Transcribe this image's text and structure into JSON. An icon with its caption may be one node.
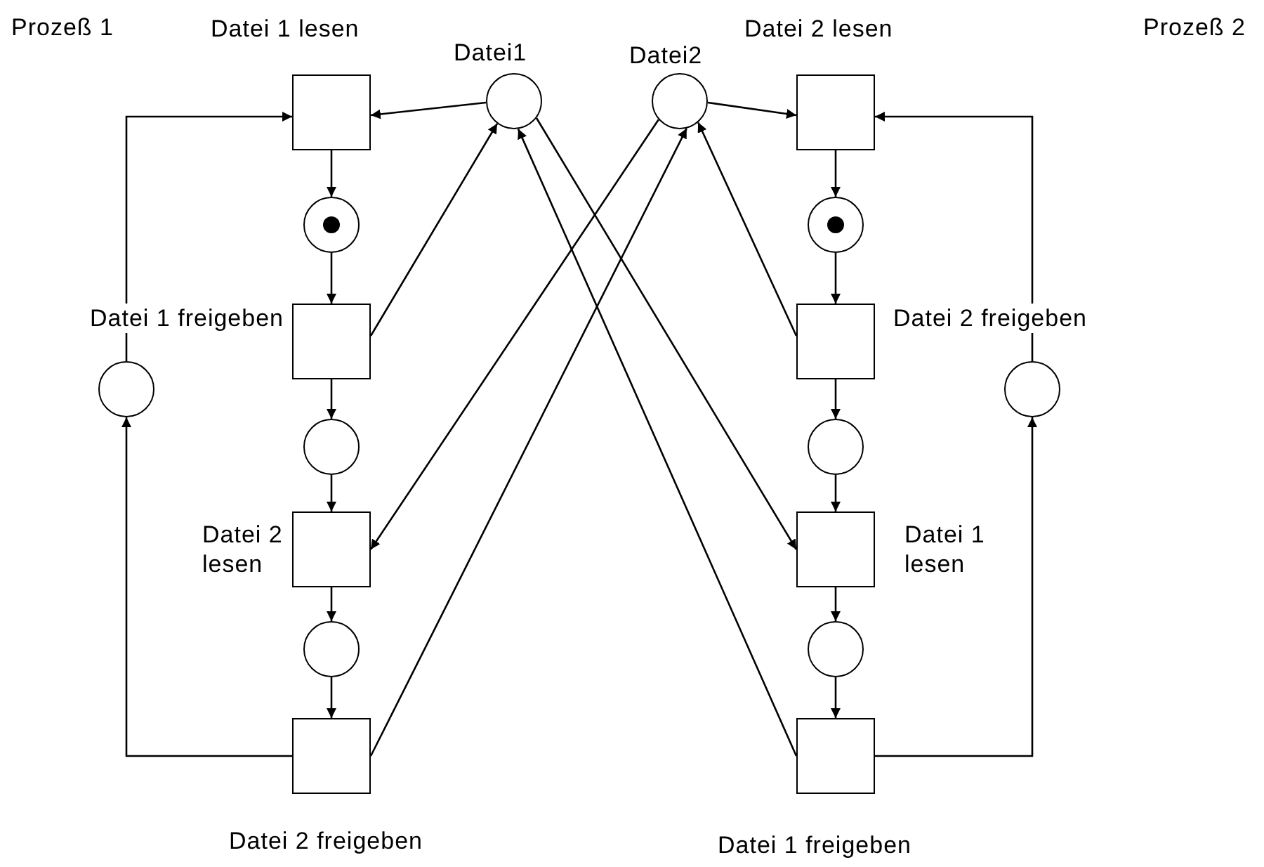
{
  "diagram": {
    "nodes": [
      {
        "text": [],
        "shape": "box",
        "beside": [
          "Datei 1 lesen"
        ]
      },
      {
        "text": [],
        "shape": "circle",
        "beside": [
          "Datei1"
        ]
      },
      {
        "text": [],
        "shape": "circle",
        "beside": [
          "Datei2"
        ]
      },
      {
        "text": [],
        "shape": "box",
        "beside": [
          "Datei 2 lesen"
        ]
      },
      {
        "text": [],
        "shape": "circle"
      },
      {
        "text": [],
        "shape": "circle"
      },
      {
        "text": [],
        "shape": "box",
        "beside": [
          "Datei 1 freigeben"
        ]
      },
      {
        "text": [],
        "shape": "circle"
      },
      {
        "text": [],
        "shape": "box",
        "beside": [
          "Datei 2 freigeben"
        ]
      },
      {
        "text": [],
        "shape": "circle"
      },
      {
        "text": [],
        "shape": "circle"
      },
      {
        "text": [],
        "shape": "circle"
      },
      {
        "text": [],
        "shape": "box",
        "beside": [
          "Datei 2 lesen"
        ]
      },
      {
        "text": [],
        "shape": "box",
        "beside": [
          "Datei 1 lesen"
        ]
      },
      {
        "text": [],
        "shape": "circle"
      },
      {
        "text": [],
        "shape": "circle"
      },
      {
        "text": [],
        "shape": "box",
        "beside": [
          "Datei 2 freigeben"
        ]
      },
      {
        "text": [],
        "shape": "box",
        "beside": [
          "Datei 1 freigeben"
        ]
      }
    ],
    "edges": [
      {
        "from": 1,
        "to": 0,
        "arrow": "to"
      },
      {
        "from": 2,
        "to": 3,
        "arrow": "to"
      },
      {
        "from": 0,
        "to": 4,
        "arrow": "to"
      },
      {
        "from": 4,
        "to": 6,
        "arrow": "to"
      },
      {
        "from": 6,
        "to": 10,
        "arrow": "to"
      },
      {
        "from": 10,
        "to": 12,
        "arrow": "to"
      },
      {
        "from": 12,
        "to": 14,
        "arrow": "to"
      },
      {
        "from": 14,
        "to": 16,
        "arrow": "to"
      },
      {
        "from": 6,
        "to": 1,
        "arrow": "to"
      },
      {
        "from": 2,
        "to": 12,
        "arrow": "to"
      },
      {
        "from": 16,
        "to": 2,
        "arrow": "to"
      },
      {
        "from": 16,
        "to": 7,
        "arrow": "to"
      },
      {
        "from": 7,
        "to": 0,
        "arrow": "to"
      },
      {
        "from": 3,
        "to": 5,
        "arrow": "to"
      },
      {
        "from": 5,
        "to": 8,
        "arrow": "to"
      },
      {
        "from": 8,
        "to": 11,
        "arrow": "to"
      },
      {
        "from": 11,
        "to": 13,
        "arrow": "to"
      },
      {
        "from": 13,
        "to": 15,
        "arrow": "to"
      },
      {
        "from": 15,
        "to": 17,
        "arrow": "to"
      },
      {
        "from": 8,
        "to": 2,
        "arrow": "to"
      },
      {
        "from": 1,
        "to": 13,
        "arrow": "to"
      },
      {
        "from": 17,
        "to": 1,
        "arrow": "to"
      },
      {
        "from": 17,
        "to": 9,
        "arrow": "to"
      },
      {
        "from": 9,
        "to": 3,
        "arrow": "to"
      }
    ],
    "labels": [
      "Prozeß 1",
      "Prozeß 2"
    ]
  }
}
